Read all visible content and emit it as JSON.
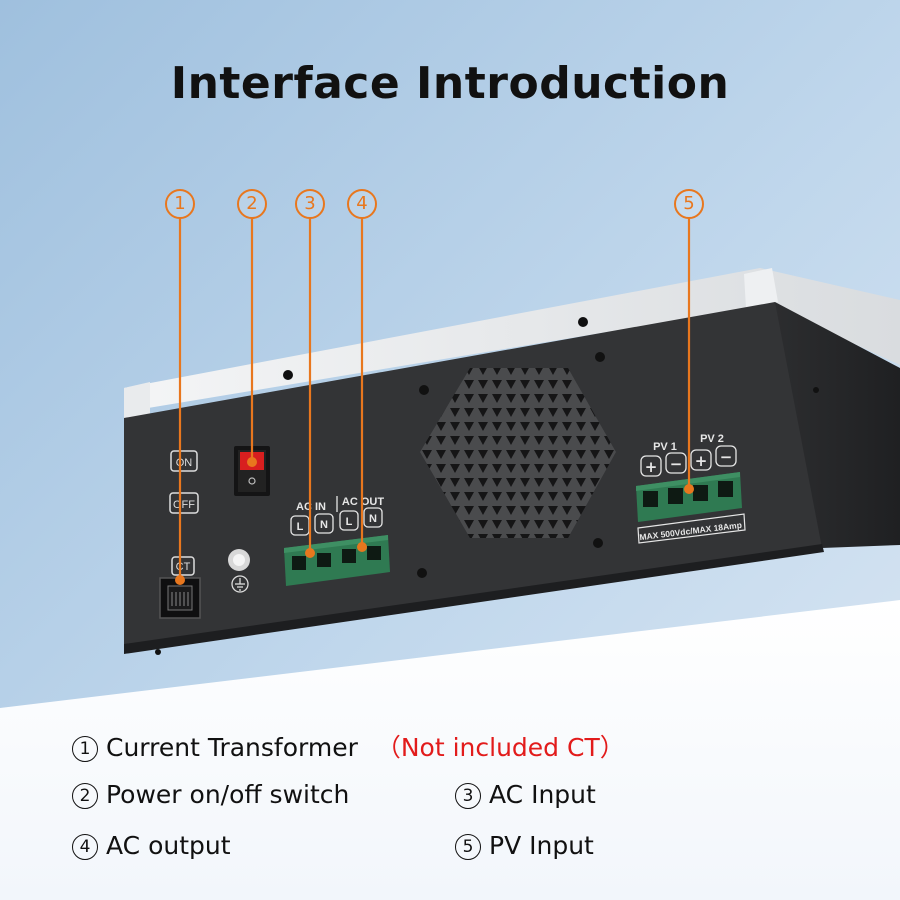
{
  "title": "Interface Introduction",
  "callouts": [
    "1",
    "2",
    "3",
    "4",
    "5"
  ],
  "panel": {
    "on_label": "ON",
    "off_label": "OFF",
    "ct_label": "CT",
    "ac_in_label": "AC IN",
    "ac_out_label": "AC OUT",
    "l_label": "L",
    "n_label": "N",
    "pv1_label": "PV 1",
    "pv2_label": "PV 2",
    "plus": "+",
    "minus": "−",
    "pv_rating": "MAX 500Vdc/MAX 18Amp"
  },
  "legend": [
    {
      "num": "1",
      "text": "Current Transformer",
      "note": "（Not included CT）"
    },
    {
      "num": "2",
      "text": "Power on/off switch"
    },
    {
      "num": "3",
      "text": "AC Input"
    },
    {
      "num": "4",
      "text": "AC output"
    },
    {
      "num": "5",
      "text": "PV Input"
    }
  ],
  "colors": {
    "accent": "#e8771e",
    "note": "#e21b1b",
    "device_body": "#333436",
    "terminal_green": "#2f7a52",
    "switch_red": "#d81f1f"
  }
}
